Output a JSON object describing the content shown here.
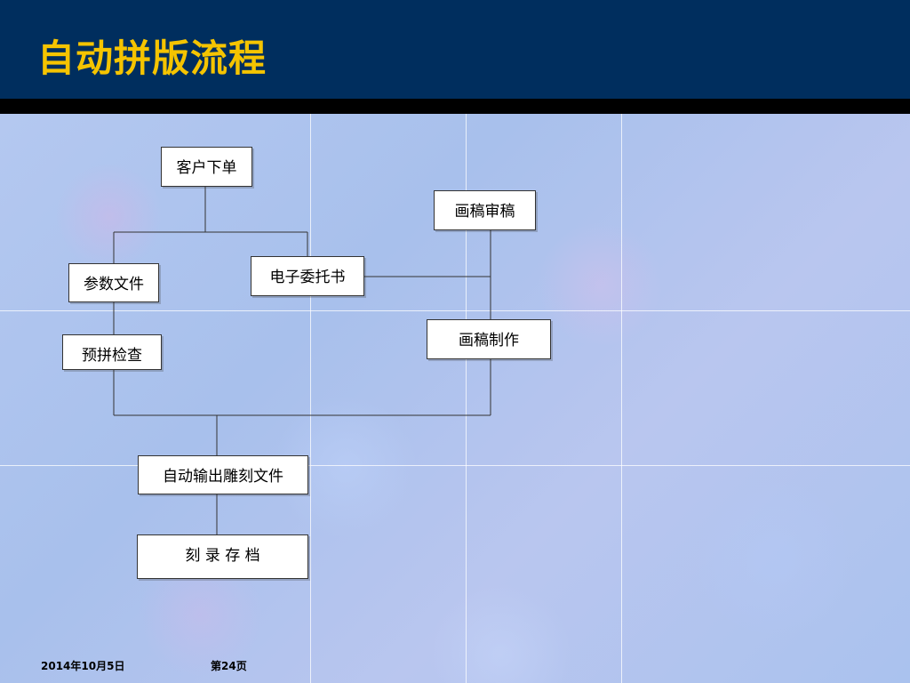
{
  "slide": {
    "title": "自动拼版流程"
  },
  "flowchart": {
    "nodes": {
      "customer_order": "客户下单",
      "parameter_file": "参数文件",
      "e_commission": "电子委托书",
      "artwork_review": "画稿审稿",
      "artwork_production": "画稿制作",
      "preimposition_check": "预拼检查",
      "auto_output_engrave_file": "自动输出雕刻文件",
      "burn_archive": "刻 录 存 档"
    }
  },
  "footer": {
    "date": "2014年10月5日",
    "page": "第24页"
  },
  "colors": {
    "header_bg": "#002e5e",
    "title": "#f5c400",
    "header_bar": "#000000",
    "background": "#a9c4ee",
    "node_fill": "#ffffff",
    "connector": "#333333"
  }
}
